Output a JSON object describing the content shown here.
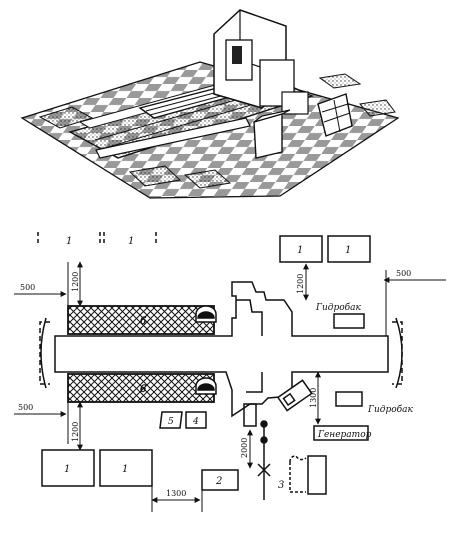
{
  "dimensions": {
    "d500_left_top": "500",
    "d1200_left_top": "1200",
    "d1200_right_top": "1200",
    "d500_right": "500",
    "d500_left_bottom": "500",
    "d1200_left_bottom": "1200",
    "d1300_right": "1300",
    "d2000": "2000",
    "d1300_bottom": "1300"
  },
  "labels": {
    "hydro_top": "Гидробак",
    "hydro_bottom": "Гидробак",
    "generator": "Генератор",
    "eq1": "1",
    "eq2": "2",
    "eq3": "3",
    "eq4": "4",
    "eq5": "5",
    "eq6": "6"
  },
  "colors": {
    "ink": "#111111",
    "paper": "#ffffff"
  }
}
